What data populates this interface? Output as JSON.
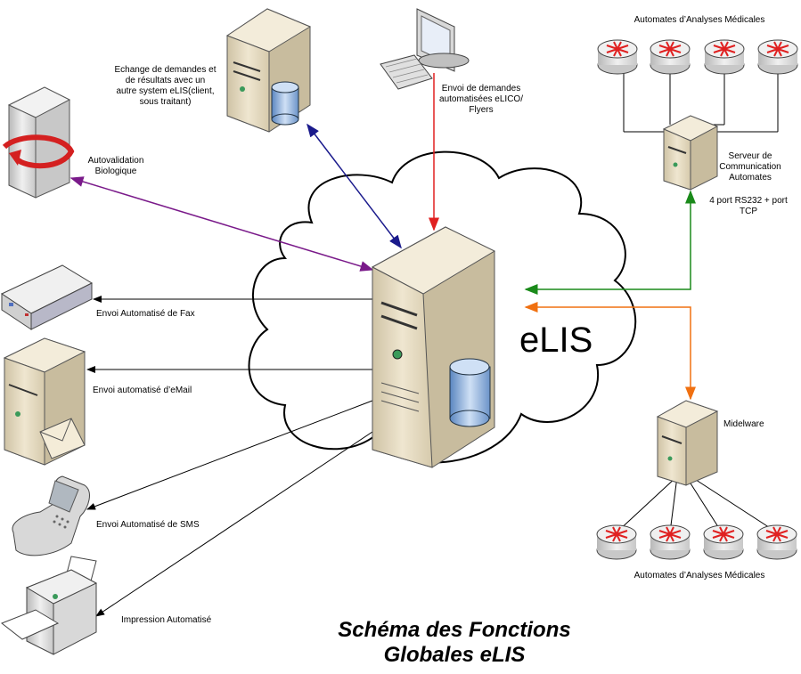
{
  "title": "Schéma des Fonctions\nGlobales eLIS",
  "core_label": "eLIS",
  "labels": {
    "echange": "Echange de demandes et\nde résultats avec un\nautre system eLIS(client,\nsous traitant)",
    "envoi_eLICO": "Envoi de demandes\nautomatisées eLICO/\nFlyers",
    "automates_top": "Automates d’Analyses Médicales",
    "serveur": "Serveur de\nCommunication\nAutomates",
    "rs232": "4 port RS232 + port\nTCP",
    "autovalidation": "Autovalidation\nBiologique",
    "fax": "Envoi Automatisé de Fax",
    "email": "Envoi automatisé d’eMail",
    "sms": "Envoi Automatisé de SMS",
    "impression": "Impression Automatisé",
    "midelware": "Midelware",
    "automates_bottom": "Automates d’Analyses Médicales"
  },
  "colors": {
    "link_echange": "#1a1a8c",
    "link_eLICO": "#e02020",
    "link_autovalidation": "#7a1a8a",
    "link_serveur": "#1a8a1a",
    "link_midelware": "#f07010",
    "link_outputs": "#000000",
    "device_tan": "#e8dcc0",
    "device_shade": "#b8a888",
    "router_red": "#e02020"
  },
  "icons": [
    "server-icon",
    "computer-icon",
    "router-icon",
    "rotate-server-icon",
    "fax-icon",
    "email-server-icon",
    "phone-icon",
    "printer-icon",
    "database-icon",
    "cloud-icon"
  ]
}
